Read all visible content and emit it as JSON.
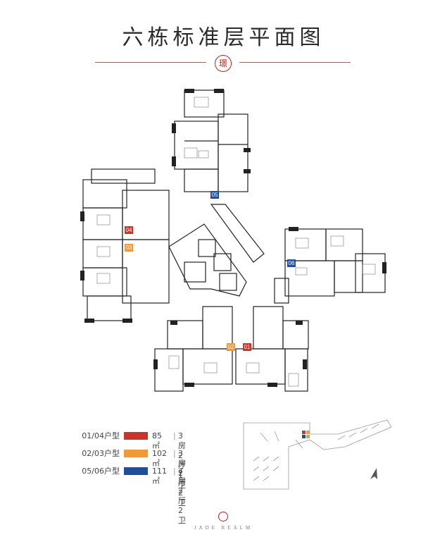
{
  "title": "六栋标准层平面图",
  "seal_char": "璟",
  "brand": "JADE REALM",
  "unit_tags": [
    {
      "label": "05",
      "color": "#1f4e9e"
    },
    {
      "label": "04",
      "color": "#c8352b"
    },
    {
      "label": "03",
      "color": "#ef9a3a"
    },
    {
      "label": "06",
      "color": "#1f4e9e"
    },
    {
      "label": "02",
      "color": "#ef9a3a"
    },
    {
      "label": "01",
      "color": "#c8352b"
    }
  ],
  "legend": [
    {
      "type": "01/04户型",
      "color": "#c8352b",
      "area": "85㎡",
      "layout": "3房2厅1卫"
    },
    {
      "type": "02/03户型",
      "color": "#ef9a3a",
      "area": "102㎡",
      "layout": "3房2厅2卫"
    },
    {
      "type": "05/06户型",
      "color": "#1f4e9e",
      "area": "111㎡",
      "layout": "4房2厅2卫"
    }
  ],
  "colors": {
    "wall": "#222222",
    "divider": "#8a6b66",
    "seal": "#b3271e"
  }
}
